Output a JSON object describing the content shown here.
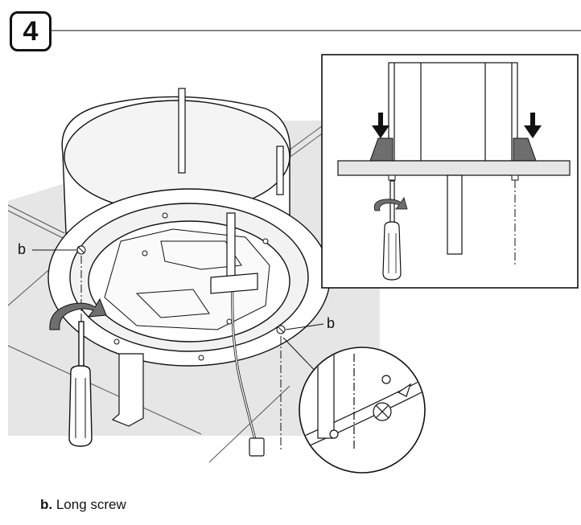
{
  "step": {
    "number": "4"
  },
  "callouts": {
    "left": "b",
    "right": "b"
  },
  "legend": {
    "key": "b.",
    "text": " Long screw"
  },
  "colors": {
    "gray_fill": "#e6e6e6",
    "line": "#1a1a1a",
    "dark_gray": "#6e6e6e"
  },
  "icons": [
    "screwdriver-icon",
    "rotation-arrow-icon",
    "down-arrow-icon",
    "screw-icon"
  ]
}
